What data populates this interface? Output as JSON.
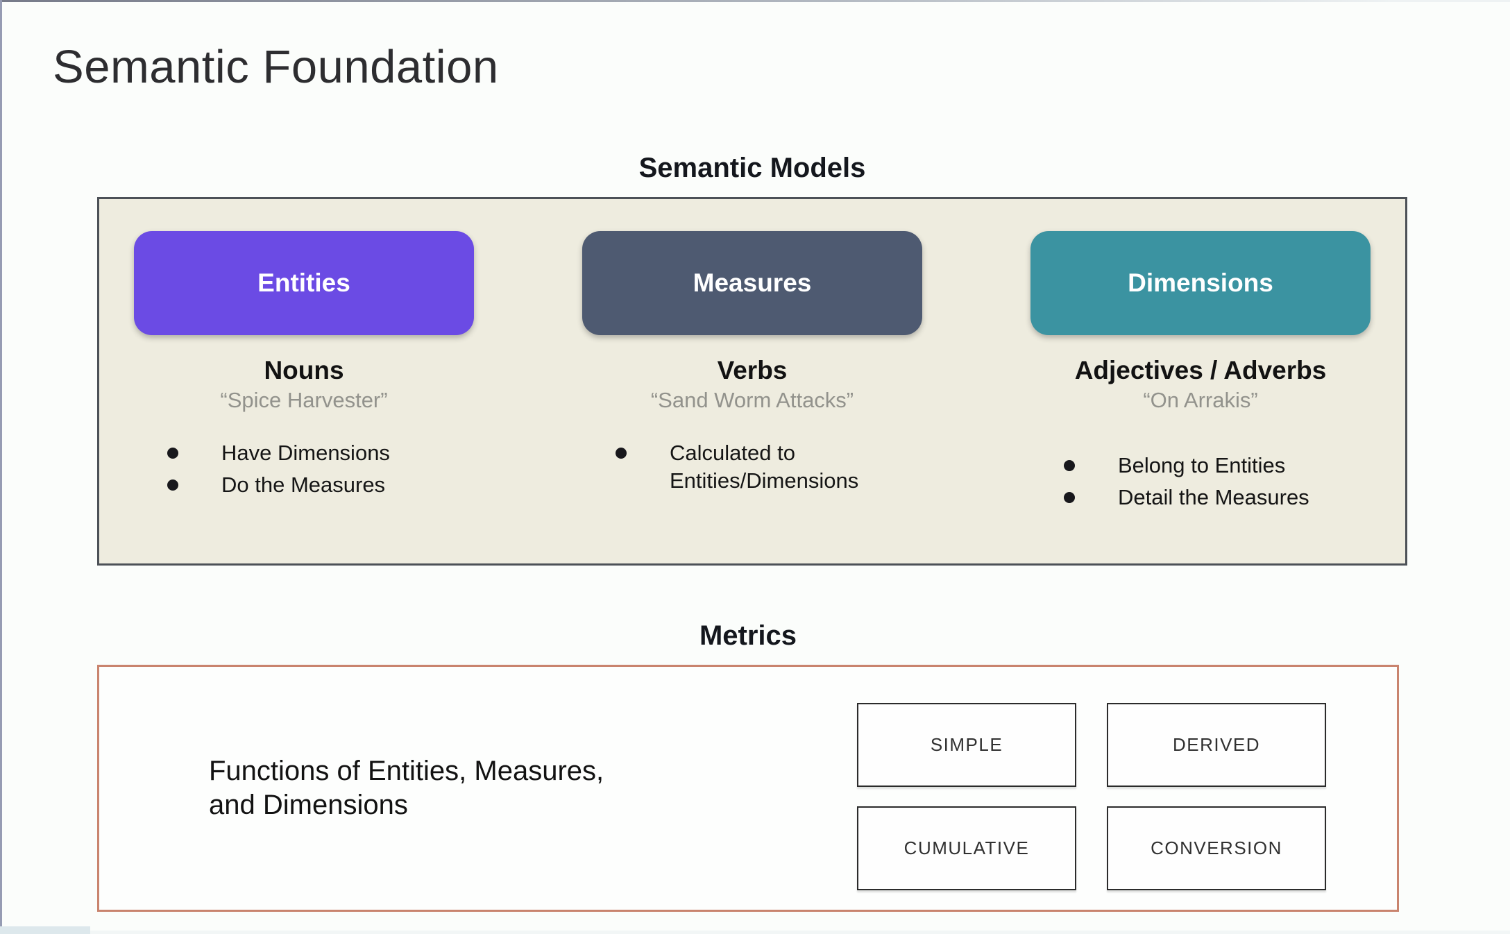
{
  "slide": {
    "title": "Semantic Foundation",
    "semantic_models": {
      "heading": "Semantic Models",
      "columns": [
        {
          "pill_label": "Entities",
          "pill_color": "#6b4be4",
          "word_type": "Nouns",
          "example": "“Spice Harvester”",
          "bullets": [
            "Have Dimensions",
            "Do the Measures"
          ]
        },
        {
          "pill_label": "Measures",
          "pill_color": "#4e5a71",
          "word_type": "Verbs",
          "example": "“Sand Worm Attacks”",
          "bullets": [
            "Calculated to Entities/Dimensions"
          ]
        },
        {
          "pill_label": "Dimensions",
          "pill_color": "#3b93a1",
          "word_type": "Adjectives / Adverbs",
          "example": "“On Arrakis”",
          "bullets": [
            "Belong to Entities",
            "Detail the Measures"
          ]
        }
      ]
    },
    "metrics": {
      "heading": "Metrics",
      "description": "Functions of Entities, Measures, and Dimensions",
      "types": [
        "SIMPLE",
        "DERIVED",
        "CUMULATIVE",
        "CONVERSION"
      ]
    },
    "colors": {
      "entities_pill": "#6b4be4",
      "measures_pill": "#4e5a71",
      "dimensions_pill": "#3b93a1",
      "models_panel_bg": "#eeecdf",
      "models_panel_border": "#4c5157",
      "metrics_panel_border": "#c9846e"
    }
  }
}
